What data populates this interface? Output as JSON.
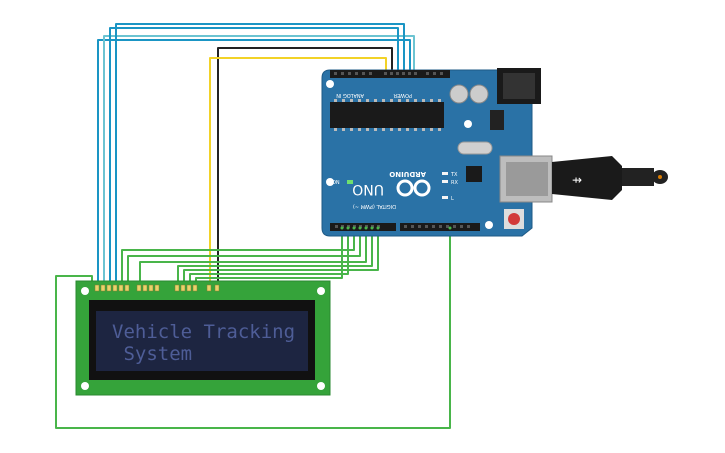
{
  "lcd": {
    "line1": "Vehicle Tracking",
    "line2": " System",
    "text_color": "#4e5d97",
    "screen_color": "#1d2541",
    "board_color": "#35a33a"
  },
  "arduino": {
    "brand": "ARDUINO",
    "model": "UNO",
    "power_label": "POWER",
    "analog_label": "ANALOG IN",
    "digital_label": "DIGITAL (PWM ~)",
    "on_label": "ON",
    "tx_label": "TX",
    "rx_label": "RX",
    "l_label": "L",
    "board_color": "#2a72a6"
  },
  "wires": {
    "blue": "#1a95c4",
    "cyan": "#60c0d0",
    "black": "#222222",
    "yellow": "#f2d227",
    "green": "#49b54a"
  }
}
